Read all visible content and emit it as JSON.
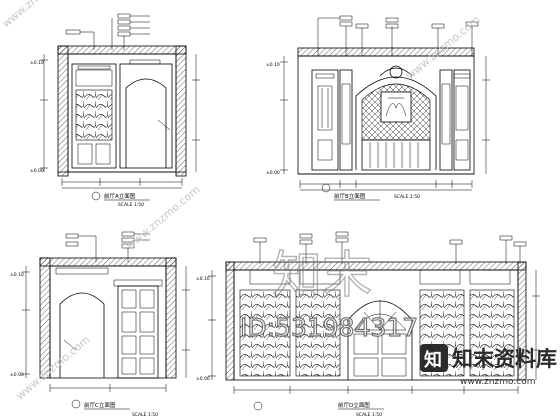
{
  "panels": {
    "top_left": {
      "title": "前厅A立面图",
      "scale": "SCALE 1:50"
    },
    "top_right": {
      "title": "前厅B立面图",
      "scale": "SCALE 1:50"
    },
    "bottom_left": {
      "title": "前厅C立面图",
      "scale": "SCALE 1:50"
    },
    "bottom_right": {
      "title": "前厅D立面图",
      "scale": "SCALE 1:50"
    }
  },
  "watermark": {
    "big_text": "知末",
    "id_text": "ID:531984317",
    "brand": "知末资料库",
    "url": "www.znzmo.com",
    "diagonal": "www.znzmo.com"
  }
}
